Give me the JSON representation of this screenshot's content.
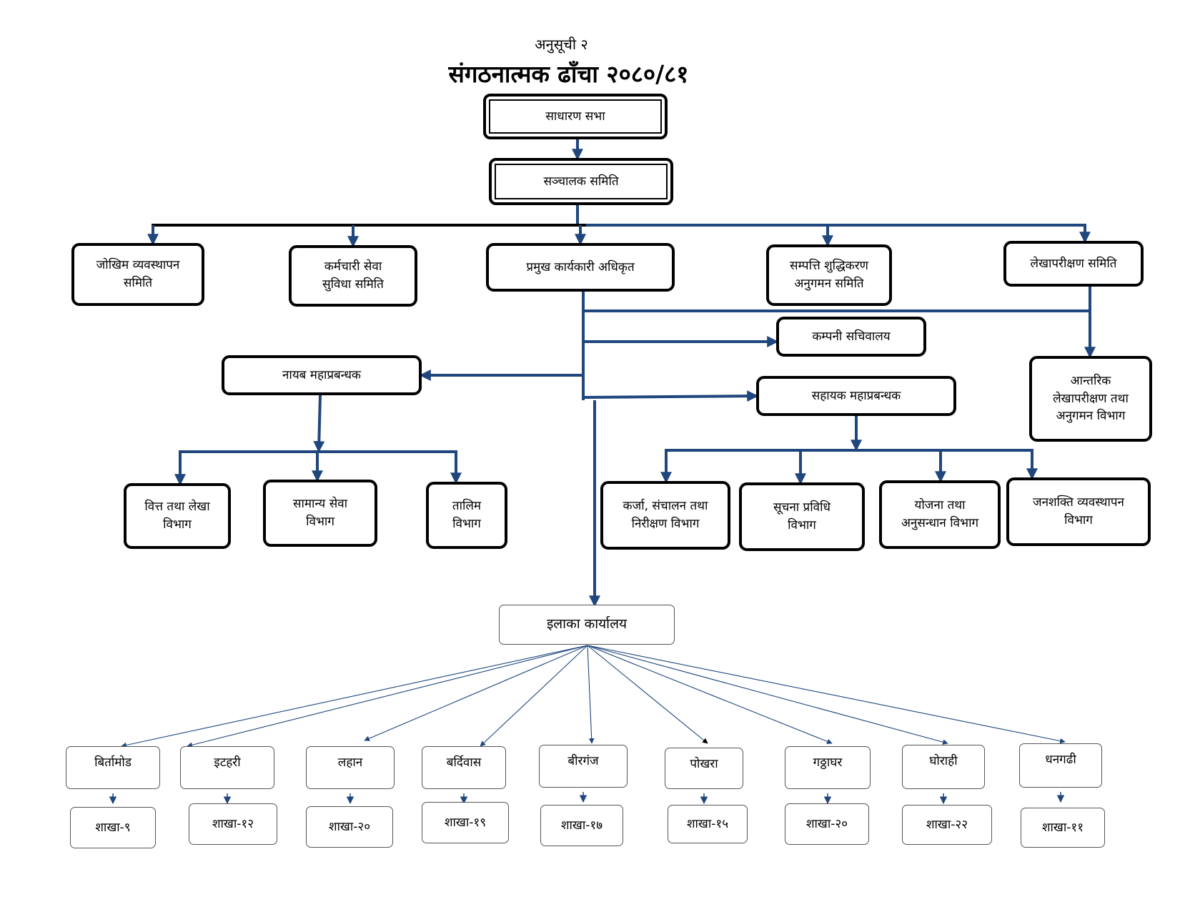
{
  "header": {
    "annex": "अनुसूची २",
    "title": "संगठनात्मक ढाँचा २०८०/८१"
  },
  "colors": {
    "connector": "#1f467d",
    "border": "#000000"
  },
  "top": {
    "general_assembly": "साधारण सभा",
    "board": "सञ्चालक समिति"
  },
  "committees": {
    "risk": "जोखिम व्यवस्थापन\nसमिति",
    "staff": "कर्मचारी सेवा\nसुविधा समिति",
    "ceo": "प्रमुख कार्यकारी अधिकृत",
    "aml": "सम्पत्ति शुद्धिकरण\nअनुगमन समिति",
    "audit": "लेखापरीक्षण समिति"
  },
  "mid": {
    "secretariat": "कम्पनी सचिवालय",
    "dgm": "नायब महाप्रबन्धक",
    "agm": "सहायक महाप्रबन्धक",
    "internal_audit": "आन्तरिक\nलेखापरीक्षण तथा\nअनुगमन विभाग"
  },
  "departments": {
    "finance": "वित्त तथा लेखा\nविभाग",
    "general": "सामान्य सेवा\nविभाग",
    "training": "तालिम\nविभाग",
    "loan": "कर्जा, संचालन तथा\nनिरीक्षण विभाग",
    "it": "सूचना प्रविधि\nविभाग",
    "planning": "योजना तथा\nअनुसन्धान विभाग",
    "hr": "जनशक्ति व्यवस्थापन\nविभाग"
  },
  "regional_office": "इलाका कार्यालय",
  "regions": [
    {
      "name": "बिर्तामोड",
      "branches": "शाखा-९"
    },
    {
      "name": "इटहरी",
      "branches": "शाखा-१२"
    },
    {
      "name": "लहान",
      "branches": "शाखा-२०"
    },
    {
      "name": "बर्दिवास",
      "branches": "शाखा-१९"
    },
    {
      "name": "बीरगंज",
      "branches": "शाखा-१७"
    },
    {
      "name": "पोखरा",
      "branches": "शाखा-१५"
    },
    {
      "name": "गठ्ठाघर",
      "branches": "शाखा-२०"
    },
    {
      "name": "घोराही",
      "branches": "शाखा-२२"
    },
    {
      "name": "धनगढी",
      "branches": "शाखा-११"
    }
  ]
}
